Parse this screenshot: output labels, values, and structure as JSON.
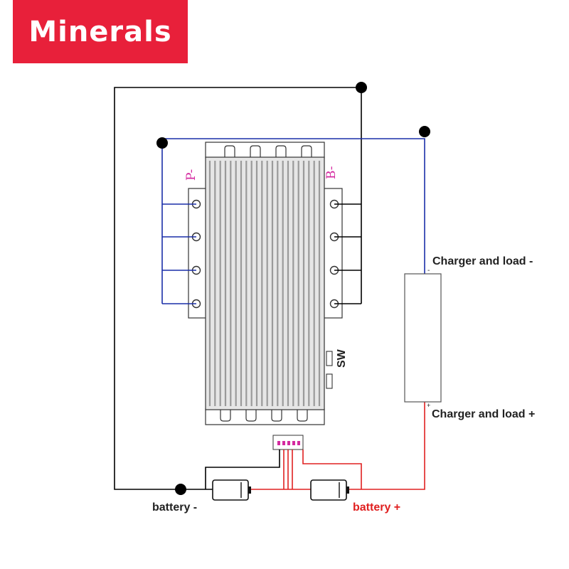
{
  "brand": {
    "name": "Minerals",
    "color": "#e8203a"
  },
  "labels": {
    "p_minus": "P-",
    "b_minus": "B-",
    "switch": "SW",
    "charger_load_neg": "Charger and load -",
    "charger_load_neg_sign": "-",
    "charger_load_pos": "Charger and load +",
    "charger_load_pos_sign": "+",
    "battery_neg": "battery -",
    "battery_pos": "battery +"
  },
  "colors": {
    "negative_wire": "#000000",
    "p_wire": "#1a2ea8",
    "positive_wire": "#e02020",
    "pin_label": "#d42aa0",
    "bms_body": "#e6e6e6",
    "bms_fins": "#9a9a9a"
  }
}
